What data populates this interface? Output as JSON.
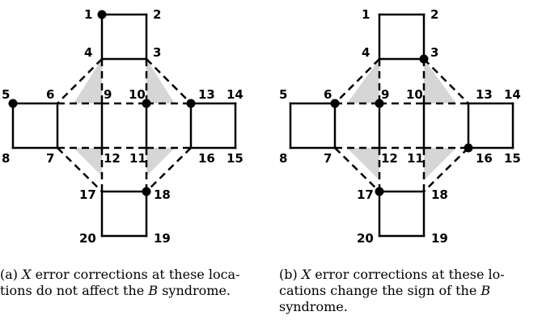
{
  "panels": [
    {
      "id": "a",
      "labels": [
        "1",
        "2",
        "3",
        "4",
        "5",
        "6",
        "9",
        "10",
        "13",
        "14",
        "8",
        "7",
        "12",
        "11",
        "16",
        "15",
        "17",
        "18",
        "20",
        "19"
      ],
      "caption": {
        "prefix": "(a) ",
        "symbol": "X",
        "line1": " error corrections at these loca-",
        "line2": "tions do not affect the ",
        "symbol2": "B",
        "line2_end": " syndrome."
      }
    },
    {
      "id": "b",
      "labels": [
        "1",
        "2",
        "3",
        "4",
        "5",
        "6",
        "9",
        "10",
        "13",
        "14",
        "8",
        "7",
        "12",
        "11",
        "16",
        "15",
        "17",
        "18",
        "20",
        "19"
      ],
      "caption": {
        "prefix": "(b) ",
        "symbol": "X",
        "line1": " error corrections at these lo-",
        "line2": "cations change the sign of the ",
        "symbol2": "B",
        "line3": "syndrome."
      }
    }
  ],
  "colors": {
    "line": "#000000",
    "shade": "#d6d6d6",
    "dot": "#000000"
  }
}
